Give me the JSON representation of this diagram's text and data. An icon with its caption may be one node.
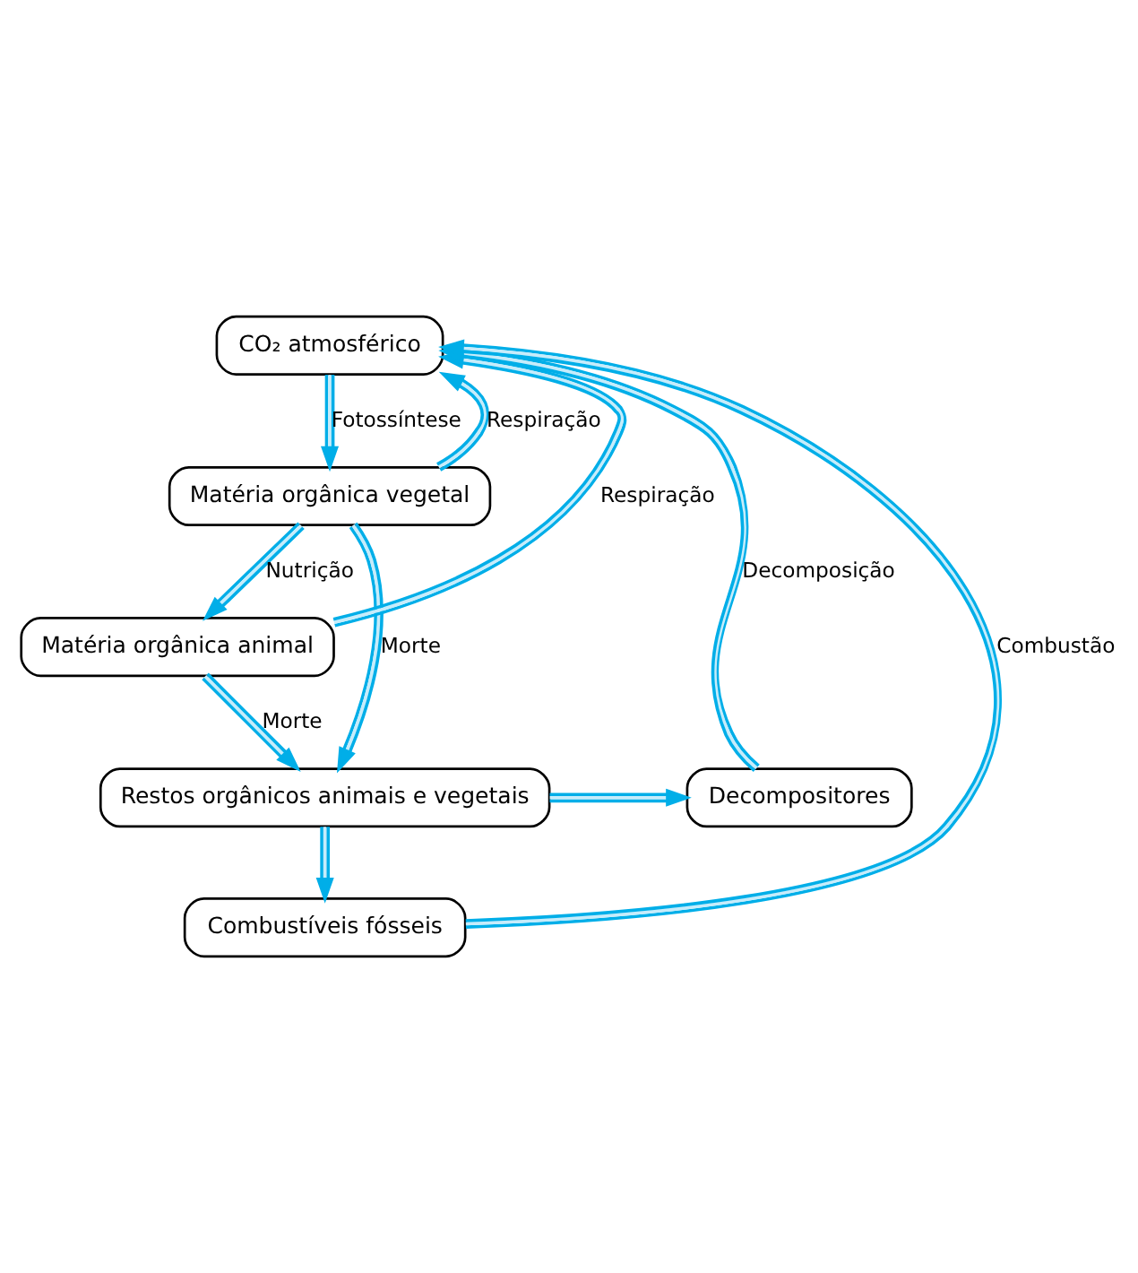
{
  "diagram": {
    "nodes": [
      {
        "text": [
          "CO₂ atmosférico"
        ]
      },
      {
        "text": [
          "Matéria orgânica vegetal"
        ]
      },
      {
        "text": [
          "Matéria orgânica animal"
        ]
      },
      {
        "text": [
          "Restos orgânicos animais e vegetais"
        ]
      },
      {
        "text": [
          "Decompositores"
        ]
      },
      {
        "text": [
          "Combustíveis fósseis"
        ]
      }
    ],
    "edges": [
      {
        "from": 0,
        "to": 1,
        "arrow": "to",
        "label": "Fotossíntese"
      },
      {
        "from": 1,
        "to": 0,
        "arrow": "to",
        "label": "Respiração"
      },
      {
        "from": 1,
        "to": 2,
        "arrow": "to",
        "label": "Nutrição"
      },
      {
        "from": 2,
        "to": 0,
        "arrow": "to",
        "label": "Respiração"
      },
      {
        "from": 1,
        "to": 3,
        "arrow": "to",
        "label": "Morte"
      },
      {
        "from": 2,
        "to": 3,
        "arrow": "to",
        "label": "Morte"
      },
      {
        "from": 3,
        "to": 4,
        "arrow": "to"
      },
      {
        "from": 4,
        "to": 0,
        "arrow": "to",
        "label": "Decomposição"
      },
      {
        "from": 3,
        "to": 5,
        "arrow": "to"
      },
      {
        "from": 5,
        "to": 0,
        "arrow": "to",
        "label": "Combustão"
      }
    ]
  }
}
